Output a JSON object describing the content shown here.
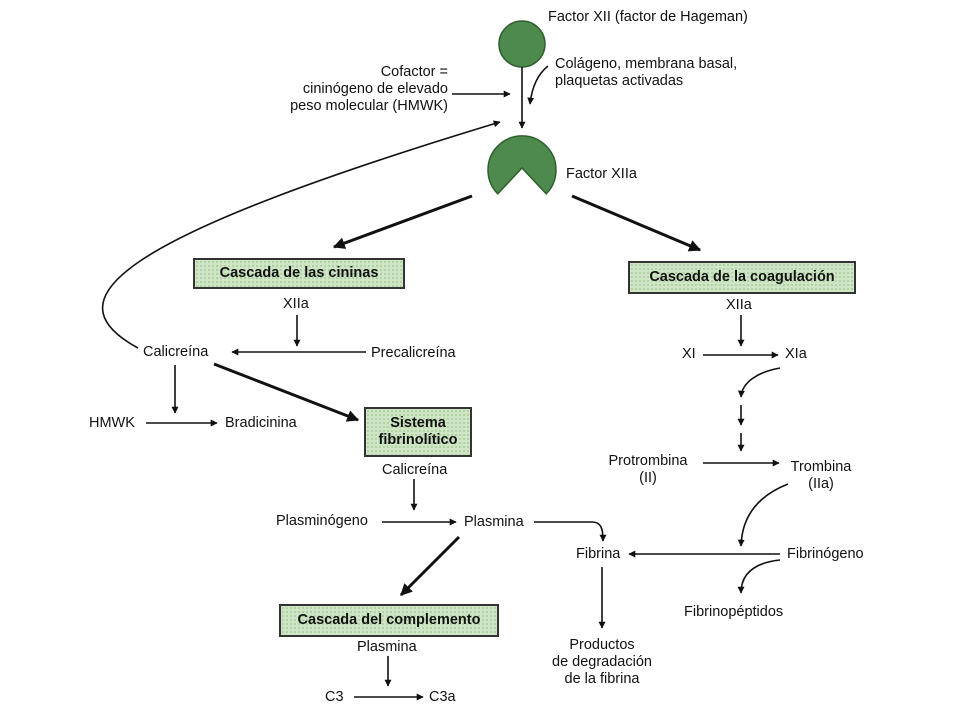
{
  "nodes": {
    "factor_xii": "Factor XII (factor de Hageman)",
    "colageno": "Colágeno, membrana basal,\nplaquetas activadas",
    "cofactor": "Cofactor =\ncininógeno de elevado\npeso molecular (HMWK)",
    "factor_xiia": "Factor XIIa",
    "cascada_cininas": "Cascada de las cininas",
    "cascada_coagulacion": "Cascada de la coagulación",
    "xiia_left": "XIIa",
    "xiia_right": "XIIa",
    "calicreina": "Calicreína",
    "precalicreina": "Precalicreína",
    "xi": "XI",
    "xia": "XIa",
    "hmwk": "HMWK",
    "bradicinina": "Bradicinina",
    "sistema_fibrinolitico": "Sistema\nfibrinolítico",
    "calicreina_2": "Calicreína",
    "protrombina": "Protrombina\n(II)",
    "trombina": "Trombina\n(IIa)",
    "plasminogeno": "Plasminógeno",
    "plasmina": "Plasmina",
    "fibrina": "Fibrina",
    "fibrinogeno": "Fibrinógeno",
    "fibrinopeptidos": "Fibrinopéptidos",
    "cascada_complemento": "Cascada del complemento",
    "plasmina_2": "Plasmina",
    "productos": "Productos\nde degradación\nde la fibrina",
    "c3": "C3",
    "c3a": "C3a"
  },
  "colors": {
    "factor_fill": "#4e8a4e",
    "box_fill": "#cfe6c6",
    "arrow": "#111111"
  }
}
